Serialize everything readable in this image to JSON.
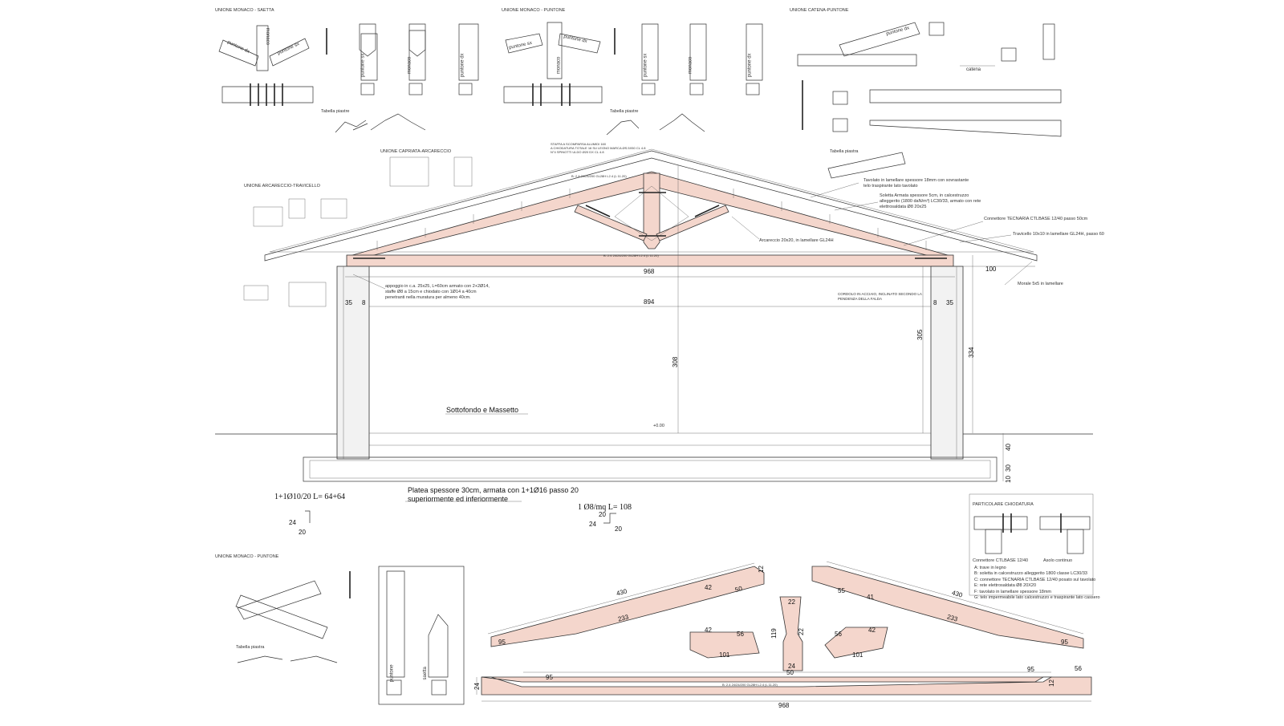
{
  "sections": {
    "monaco_saetta": "UNIONE MONACO - SAETTA",
    "monaco_puntone": "UNIONE MONACO - PUNTONE",
    "catena_puntone": "UNIONE CATENA-PUNTONE",
    "capriata_arcareccio": "UNIONE CAPRIATA-ARCARECCIO",
    "arcareccio_travicello": "UNIONE ARCARECCIO-TRAVICELLO",
    "monaco_puntone_bottom": "UNIONE MONACO - PUNTONE",
    "particolare_chiodatura": "PARTICOLARE CHIODATURA"
  },
  "member_labels": {
    "puntone_dx": "puntone dx",
    "puntone_sx": "puntone sx",
    "monaco": "monaco",
    "catena": "catena",
    "saetta": "saetta",
    "puntone": "puntone"
  },
  "section_labels": {
    "tabella_piastre": "Tabella piastre",
    "tabella_piastra": "Tabella piastra"
  },
  "annotations": {
    "tavolato": "Tavolato in lamellare spessore 18mm con sovrastante\ntelo traspirante lato tavolato",
    "soletta": "Soletta Armata spessore 5cm, in calcestruzzo\nalleggerito (1800 daN/m³) LC30/33, armato con rete\nelettrosaldata Ø8 20x25",
    "connettore": "Connettore TECNARIA CTLBASE 12/40 passo 50cm",
    "travicello": "Travicello 10x10 in lamellare GL24H, passo 60",
    "arcareccio": "Arcareccio 20x20, in lamellare GL24H",
    "morale": "Morale 5x5 in lamellare",
    "appoggio": "appoggio in c.a. 25x25, L=60cm armato con 2+2Ø14,\nstaffe Ø8 a 15cm e chiodato con 1Ø14 a 40cm\npenetranti nella muratura per almeno 40cm.",
    "cordolo": "CORDOLO IN ACCIAIO, INCLINATO SECONDO LA\nPENDENZA DELLA FALDA",
    "staffa": "STAFFA A SCOMPARSA ALUMIDI 160\nA CHIODATURA TOTALE 16 SU LEGNO MARCA ØS.5X50 CL 4.8\nN°4 SPINOTTI ULDO Ø20 DX CL 4.8",
    "sottofondo": "Sottofondo e Massetto",
    "platea": "Platea spessore 30cm, armata con 1+1Ø16 passo 20\nsuperiormente ed inferiormente",
    "rebar1": "1+1Ø10/20 L= 64+64",
    "rebar2": "1 Ø8/mq L= 108",
    "level": "+0.00",
    "connettore_ctl": "Connettore CTLBASE 12/40",
    "asole": "Asolo continuo"
  },
  "legend": [
    "A: trave in legno",
    "B: soletta in calcestruzzo alleggerito 1800 classe LC30/33",
    "C: connettore TECNARIA CTLBASE 12/40 posato sul tavolato",
    "E: rete elettrosaldata Ø8 20X20",
    "F: tavolato in lamellare spessore 18mm",
    "G: telo impermeabile lato calcestruzzo e traspirante lato cassero"
  ],
  "member_spec": "B: 2.4 24/24/200 GL28H L2.4 (L 11.20)",
  "dimensions": {
    "span_outer": "968",
    "span_inner": "894",
    "wall_left": "35",
    "wall_right": "35",
    "pillar_left": "8",
    "pillar_right": "8",
    "eave": "100",
    "height_center": "308",
    "height_inner": "305",
    "height_outer": "334",
    "floor_40": "40",
    "floor_30": "30",
    "floor_10": "10",
    "hook_24": "24",
    "hook_20": "20",
    "rafter_len_left": "430",
    "rafter_len_right": "430",
    "rafter_233_left": "233",
    "rafter_233_right": "233",
    "d42_a": "42",
    "d50": "50",
    "d95_left": "95",
    "d95_right": "95",
    "d55": "55",
    "d41": "41",
    "d42_b": "42",
    "d56_a": "56",
    "d56_b": "56",
    "d101_a": "101",
    "d101_b": "101",
    "d42_c": "42",
    "d42_d": "42",
    "d119": "119",
    "d22a": "22",
    "d22b": "22",
    "d24": "24",
    "d50b": "50",
    "d12": "12",
    "tie_len": "968",
    "tie_24": "24",
    "tie_95a": "95",
    "tie_95b": "95",
    "tie_56": "56",
    "tie_12": "12"
  },
  "colors": {
    "timber": "#f4d6cc",
    "line": "#333333",
    "background": "#ffffff"
  }
}
